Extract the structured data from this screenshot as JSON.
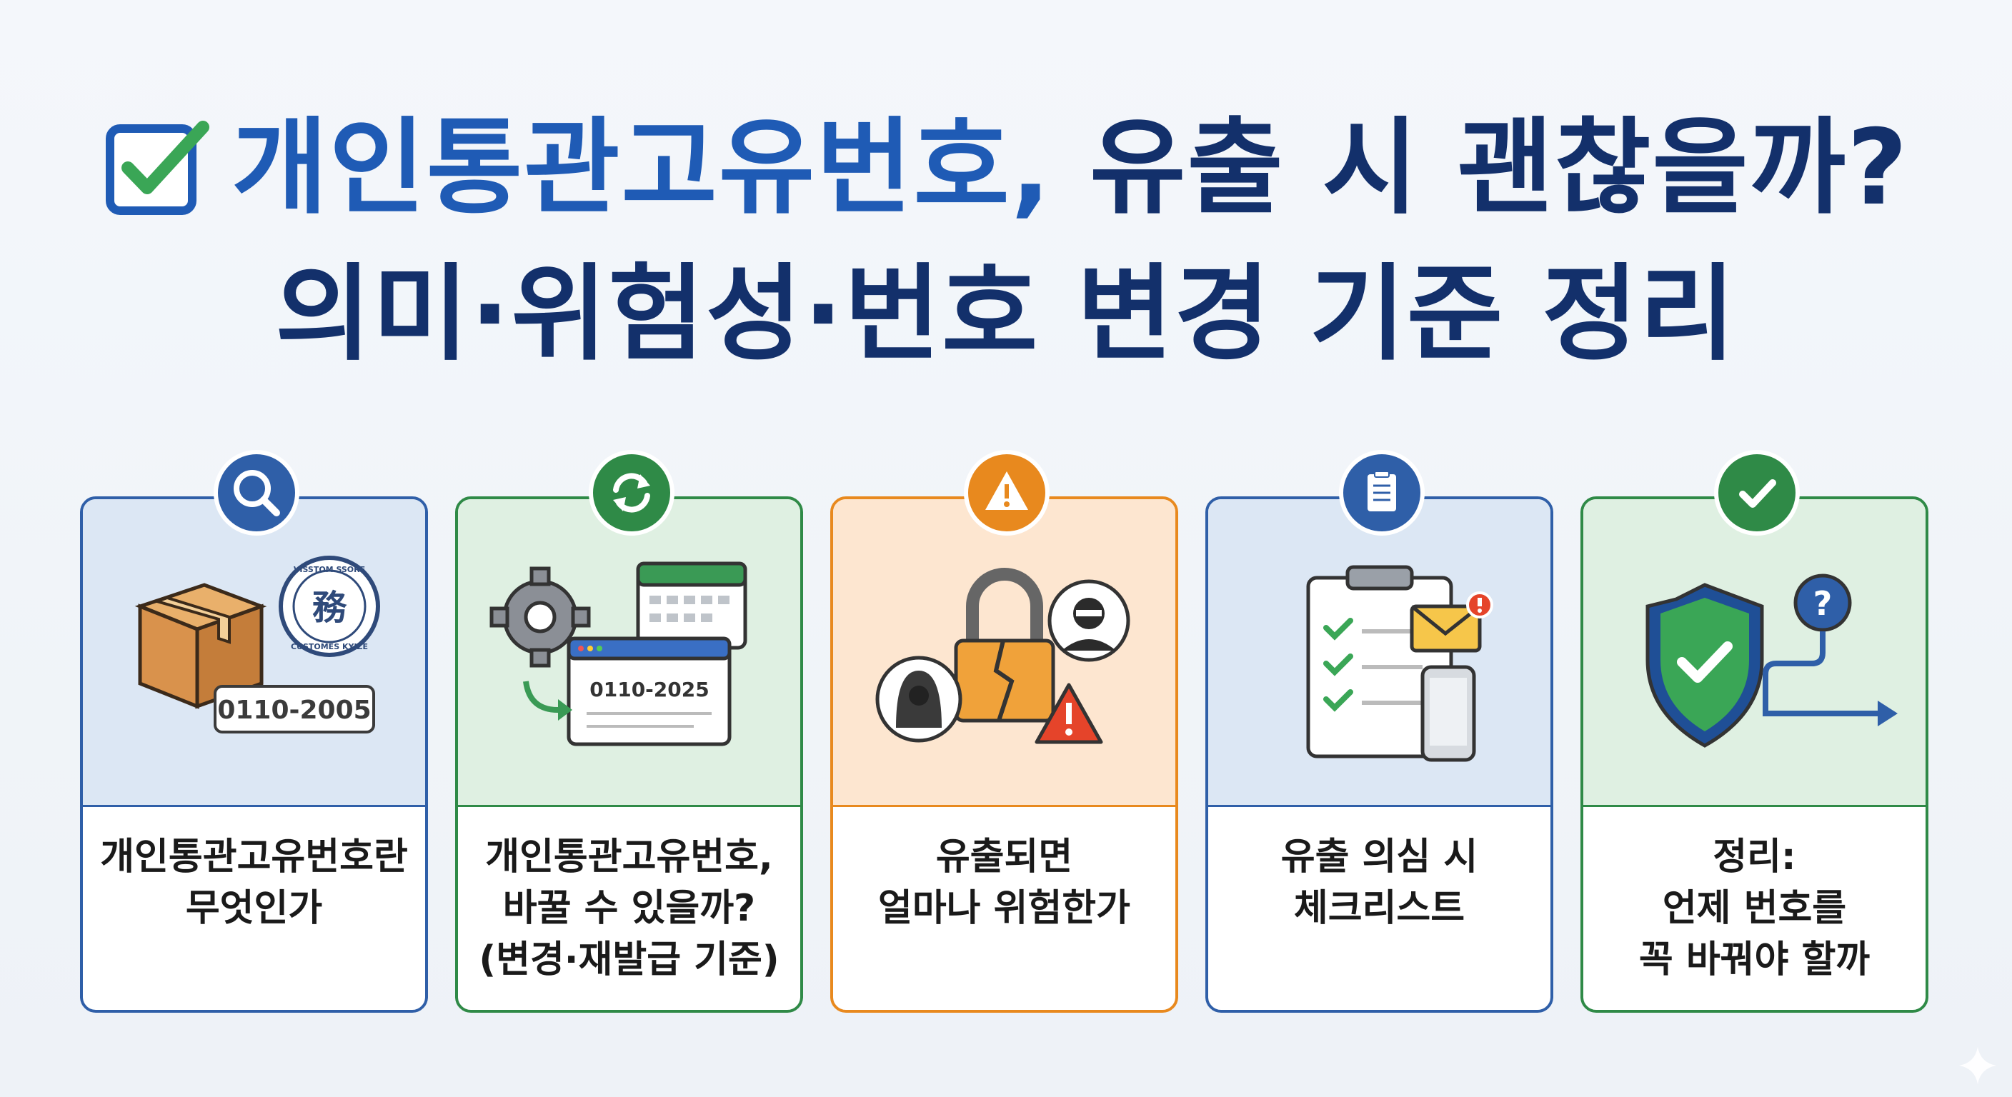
{
  "title": {
    "line1_blue": "개인통관고유번호,",
    "line1_dark": "유출 시 괜찮을까?",
    "line2": "의미·위험성·번호 변경 기준 정리"
  },
  "cards": [
    {
      "lines": [
        "개인통관고유번호란",
        "무엇인가"
      ],
      "number_label": "0110-2005",
      "stamp_char": "務",
      "stamp_top": "VISSTOM SSORE",
      "stamp_bottom": "CUSTOMES KYIZE",
      "accent": "#2f5fa8",
      "bg": "#dce7f4"
    },
    {
      "lines": [
        "개인통관고유번호,",
        "바꿀 수 있을까?",
        "(변경·재발급 기준)"
      ],
      "number_label": "0110-2025",
      "accent": "#2f8a47",
      "bg": "#dff0e2"
    },
    {
      "lines": [
        "유출되면",
        "얼마나 위험한가"
      ],
      "accent": "#e8891e",
      "bg": "#fde6d0"
    },
    {
      "lines": [
        "유출 의심 시",
        "체크리스트"
      ],
      "accent": "#2f5fa8",
      "bg": "#dce7f4"
    },
    {
      "lines": [
        "정리:",
        "언제 번호를",
        "꼭 바꿔야 할까"
      ],
      "accent": "#2f8a47",
      "bg": "#dff0e2"
    }
  ]
}
